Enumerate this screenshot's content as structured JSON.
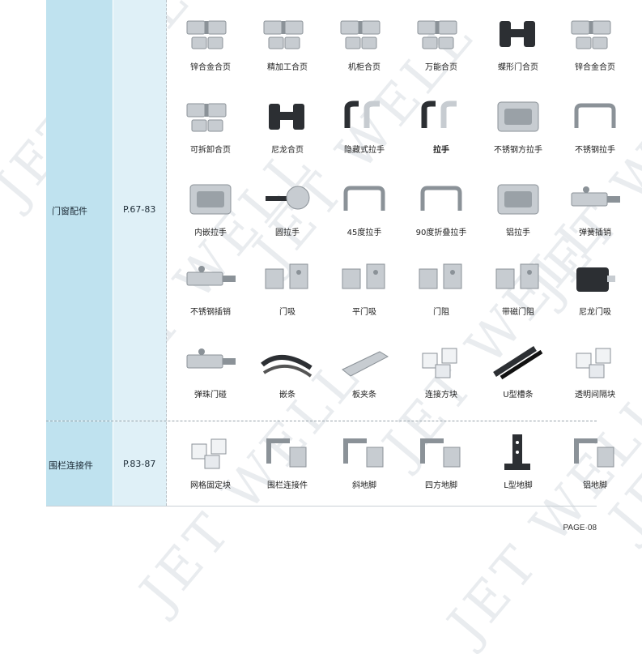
{
  "watermark": "JET WELL",
  "sections": [
    {
      "category": "门窗配件",
      "pages": "P.67-83",
      "rows": [
        [
          "锌合金合页",
          "精加工合页",
          "机柜合页",
          "万能合页",
          "蝶形门合页",
          "锌合金合页"
        ],
        [
          "可拆卸合页",
          "尼龙合页",
          "隐藏式拉手",
          "拉手",
          "不锈钢方拉手",
          "不锈钢拉手"
        ],
        [
          "内嵌拉手",
          "圆拉手",
          "45度拉手",
          "90度折叠拉手",
          "铝拉手",
          "弹簧插销"
        ],
        [
          "不锈钢插销",
          "门吸",
          "平门吸",
          "门阻",
          "带磁门阻",
          "尼龙门吸"
        ],
        [
          "弹珠门碰",
          "嵌条",
          "板夹条",
          "连接方块",
          "U型槽条",
          "透明间隔块"
        ]
      ]
    },
    {
      "category": "围栏连接件",
      "pages": "P.83-87",
      "rows": [
        [
          "网格固定块",
          "围栏连接件",
          "斜地脚",
          "四方地脚",
          "L型地脚",
          "铝地脚"
        ]
      ]
    }
  ],
  "page_label": "PAGE·08",
  "colors": {
    "category_bg": "#bfe2ef",
    "page_bg": "#dff0f7",
    "metal": "#c9ced3",
    "dark": "#2c2f33"
  }
}
